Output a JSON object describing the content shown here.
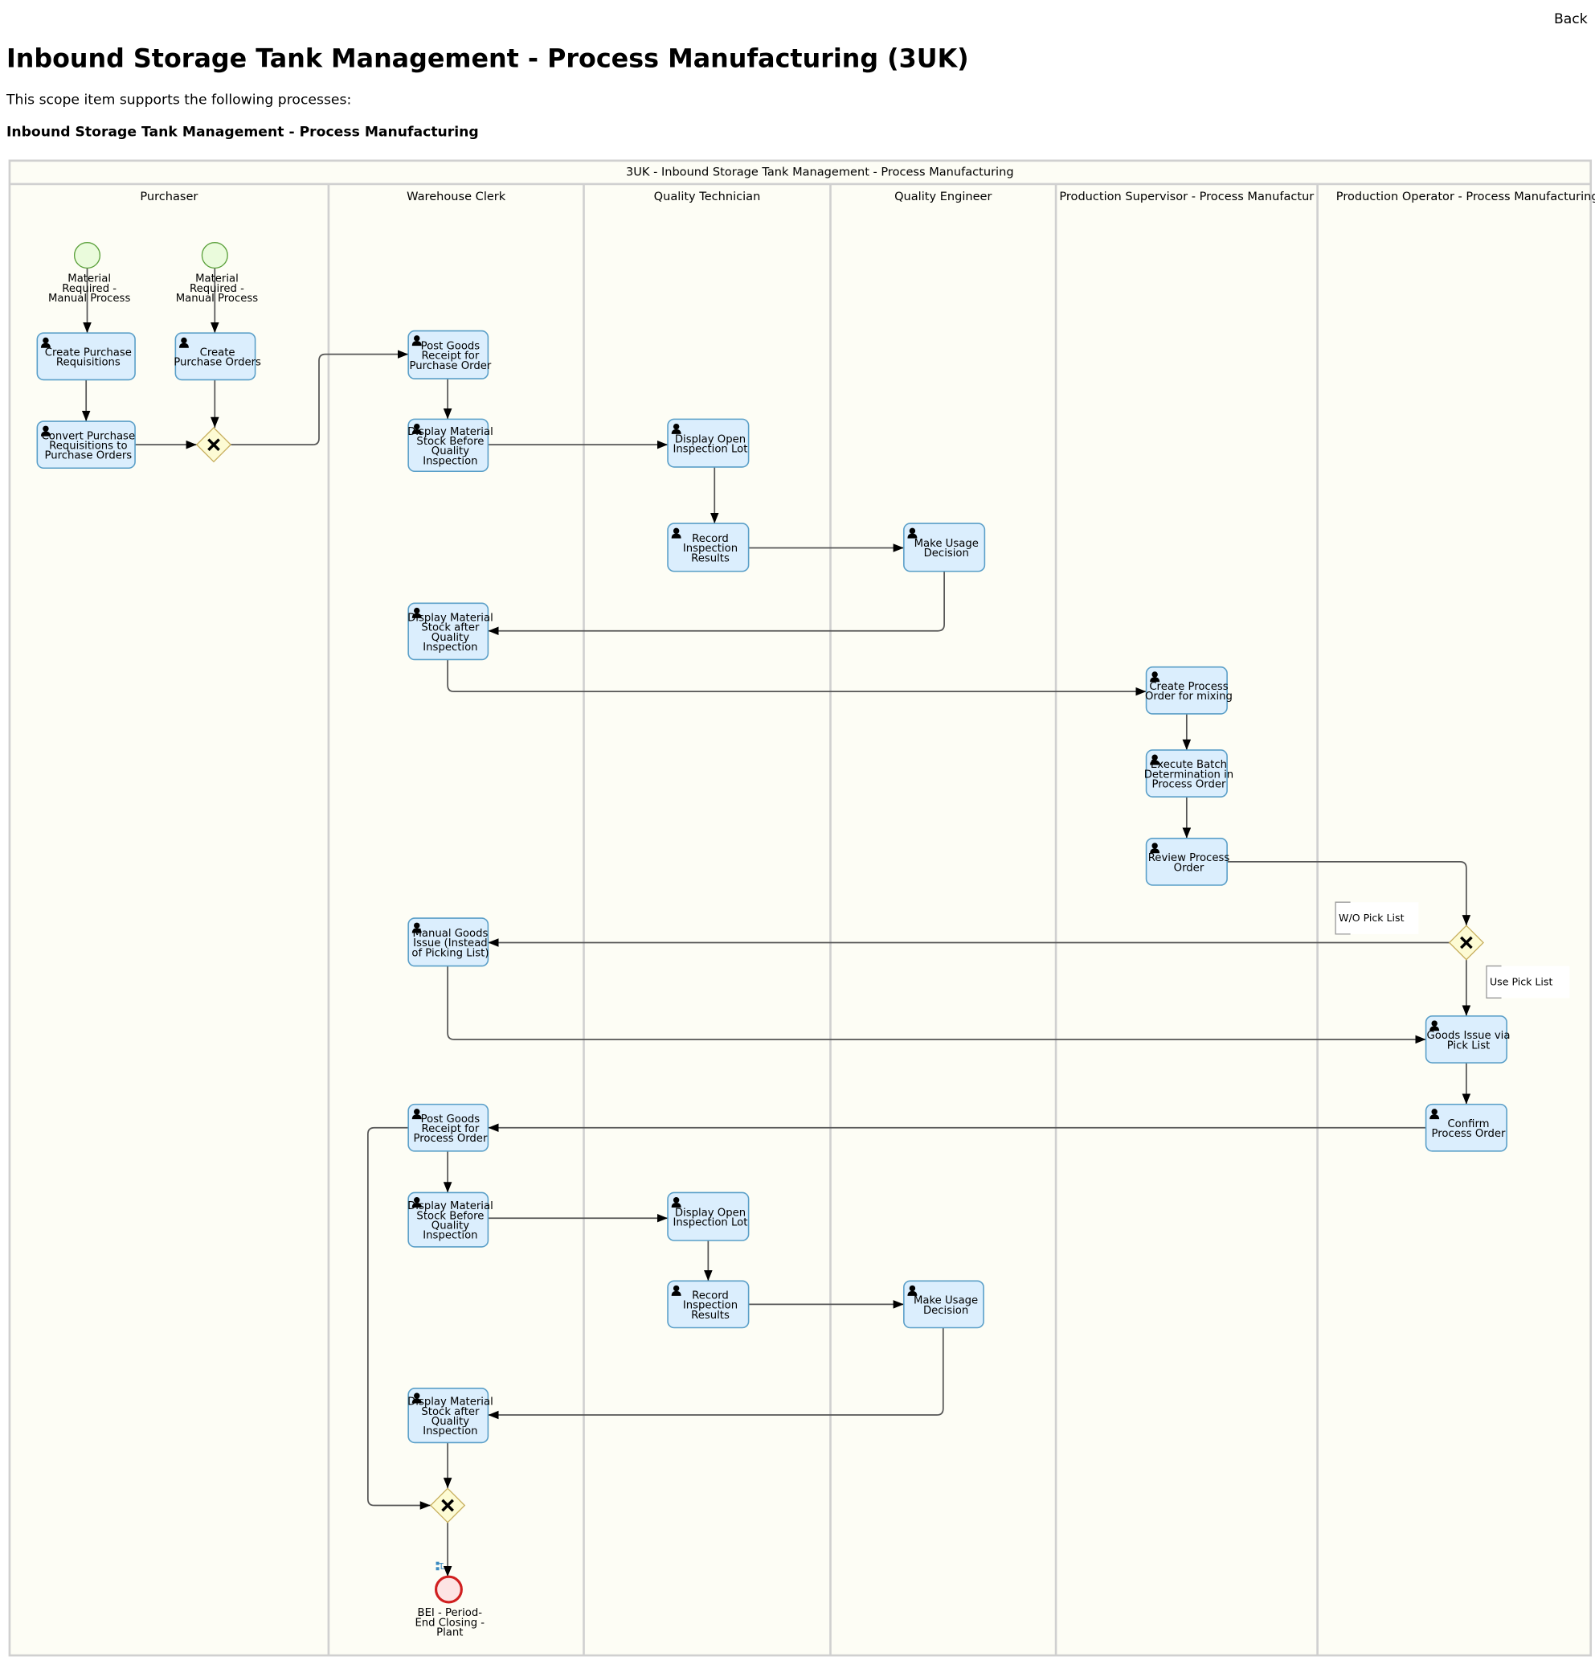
{
  "nav": {
    "back_label": "Back"
  },
  "page": {
    "title": "Inbound Storage Tank Management - Process Manufacturing (3UK)",
    "intro": "This scope item supports the following processes:",
    "process_name": "Inbound Storage Tank Management - Process Manufacturing"
  },
  "diagram": {
    "pool_title": "3UK - Inbound Storage Tank Management - Process Manufacturing",
    "lanes": [
      "Purchaser",
      "Warehouse Clerk",
      "Quality Technician",
      "Quality Engineer",
      "Production Supervisor - Process Manufactur",
      "Production Operator - Process Manufacturing"
    ],
    "colors": {
      "task_fill": "#dbeefd",
      "task_stroke": "#5a9fc8",
      "start_fill": "#eafbdc",
      "start_stroke": "#5aa03a",
      "end_fill": "#fde4e4",
      "end_stroke": "#d02020",
      "gateway_fill": "#fdfbd4",
      "gateway_stroke": "#c8b060",
      "pool_fill": "#fdfdf5"
    },
    "nodes": {
      "s1": [
        "Material",
        "Required -",
        "Manual Process"
      ],
      "s2": [
        "Material",
        "Required -",
        "Manual Process"
      ],
      "t1": [
        "Create Purchase",
        "Requisitions"
      ],
      "t2": [
        "Create",
        "Purchase Orders"
      ],
      "t3": [
        "Convert Purchase",
        "Requisitions to",
        "Purchase Orders"
      ],
      "t4": [
        "Post Goods",
        "Receipt for",
        "Purchase Order"
      ],
      "t5": [
        "Display Material",
        "Stock Before",
        "Quality",
        "Inspection"
      ],
      "t6": [
        "Display Open",
        "Inspection Lot"
      ],
      "t7": [
        "Record",
        "Inspection",
        "Results"
      ],
      "t8": [
        "Make Usage",
        "Decision"
      ],
      "t9": [
        "Display Material",
        "Stock after",
        "Quality",
        "Inspection"
      ],
      "t10": [
        "Create Process",
        "Order for mixing"
      ],
      "t11": [
        "Execute Batch",
        "Determination in",
        "Process Order"
      ],
      "t12": [
        "Review Process",
        "Order"
      ],
      "t13": [
        "Manual Goods",
        "Issue (Instead",
        "of Picking List)"
      ],
      "t14": [
        "Goods Issue via",
        "Pick List"
      ],
      "t15": [
        "Confirm",
        "Process Order"
      ],
      "t16": [
        "Post Goods",
        "Receipt for",
        "Process Order"
      ],
      "t17": [
        "Display Material",
        "Stock Before",
        "Quality",
        "Inspection"
      ],
      "t18": [
        "Display Open",
        "Inspection Lot"
      ],
      "t19": [
        "Record",
        "Inspection",
        "Results"
      ],
      "t20": [
        "Make Usage",
        "Decision"
      ],
      "t21": [
        "Display Material",
        "Stock after",
        "Quality",
        "Inspection"
      ],
      "e1": [
        "BEI - Period-",
        "End Closing -",
        "Plant"
      ]
    },
    "annotations": {
      "wo_pick_list": "W/O Pick List",
      "use_pick_list": "Use Pick List"
    }
  }
}
